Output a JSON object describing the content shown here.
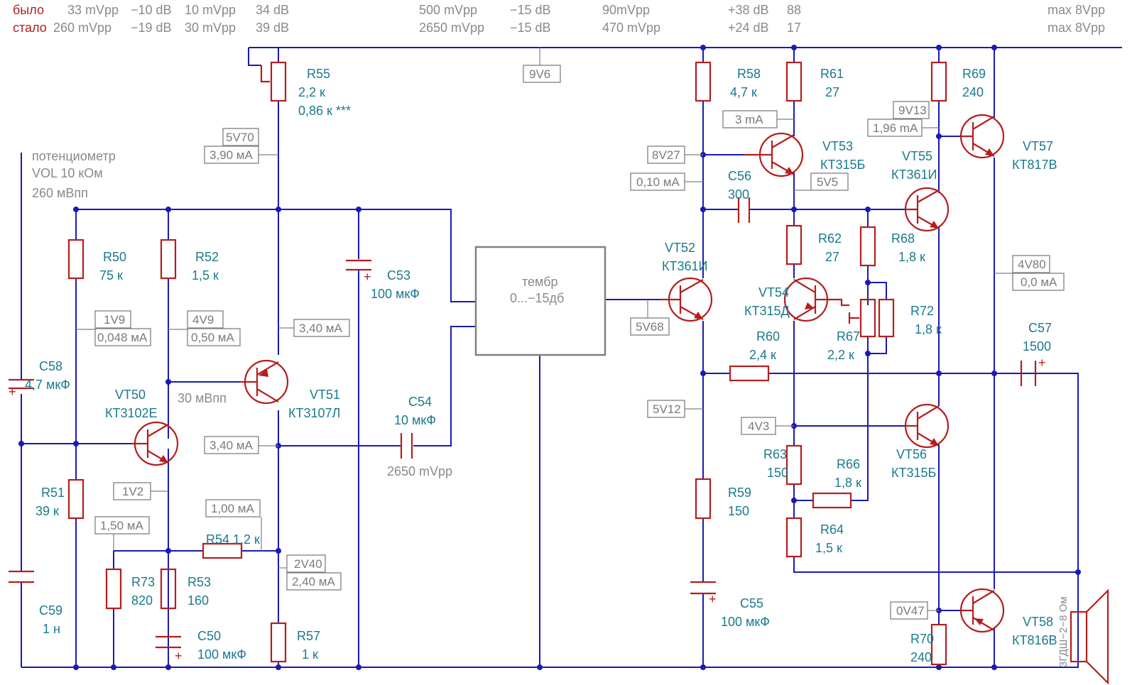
{
  "header": {
    "row1_label": "было",
    "row2_label": "стало",
    "row1": [
      "33 mVpp",
      "−10 dB",
      "10 mVpp",
      "34 dB",
      "500 mVpp",
      "−15 dB",
      "90mVpp",
      "+38 dB",
      "88",
      "max 8Vpp"
    ],
    "row2": [
      "260 mVpp",
      "−19 dB",
      "30 mVpp",
      "39 dB",
      "2650 mVpp",
      "−15 dB",
      "470 mVpp",
      "+24 dB",
      "17",
      "max 8Vpp"
    ]
  },
  "input_note": [
    "потенциометр",
    "VOL 10 кОм",
    "260 мВпп"
  ],
  "tone_block": [
    "тембр",
    "0...−15дб"
  ],
  "components": {
    "R55": [
      "R55",
      "2,2 к",
      "0,86 к ***"
    ],
    "R50": [
      "R50",
      "75 к"
    ],
    "R52": [
      "R52",
      "1,5 к"
    ],
    "R51": [
      "R51",
      "39 к"
    ],
    "R73": [
      "R73",
      "820"
    ],
    "R53": [
      "R53",
      "160"
    ],
    "R54": [
      "R54 1,2 к"
    ],
    "R57": [
      "R57",
      "1 к"
    ],
    "R58": [
      "R58",
      "4,7 к"
    ],
    "R61": [
      "R61",
      "27"
    ],
    "R69": [
      "R69",
      "240"
    ],
    "R62": [
      "R62",
      "27"
    ],
    "R68": [
      "R68",
      "1,8 к"
    ],
    "R72": [
      "R72",
      "1,8 к"
    ],
    "R67": [
      "R67",
      "2,2  к"
    ],
    "R60": [
      "R60",
      "2,4 к"
    ],
    "R59": [
      "R59",
      "150"
    ],
    "R63": [
      "R63",
      "150"
    ],
    "R66": [
      "R66",
      "1,8 к"
    ],
    "R64": [
      "R64",
      "1,5 к"
    ],
    "R70": [
      "R70",
      "240"
    ],
    "C58": [
      "C58",
      "4,7 мкФ"
    ],
    "C59": [
      "C59",
      "1 н"
    ],
    "C50": [
      "C50",
      "100 мкФ"
    ],
    "C53": [
      "C53",
      "100 мкФ"
    ],
    "C54": [
      "C54",
      "10 мкФ"
    ],
    "C55": [
      "C55",
      "100 мкФ"
    ],
    "C56": [
      "C56",
      "300"
    ],
    "C57": [
      "C57",
      "1500"
    ],
    "VT50": [
      "VT50",
      "КТ3102Е"
    ],
    "VT51": [
      "VT51",
      "КТ3107Л"
    ],
    "VT52": [
      "VT52",
      "КТ361И"
    ],
    "VT53": [
      "VT53",
      "КТ315Б"
    ],
    "VT54": [
      "VT54",
      "КТ315Д"
    ],
    "VT55": [
      "VT55",
      "КТ361И"
    ],
    "VT56": [
      "VT56",
      "КТ315Б"
    ],
    "VT57": [
      "VT57",
      "КТ817В"
    ],
    "VT58": [
      "VT58",
      "КТ816В"
    ]
  },
  "measurements": {
    "rail": "9V6",
    "vt51_e_v": "5V70",
    "vt51_e_i": "3,90 мА",
    "vt50_b_v": "1V9",
    "vt50_b_i": "0,048 мА",
    "vt51_b_v": "4V9",
    "vt51_b_i": "0,50 мА",
    "vt51_c_i": "3,40 мА",
    "vt51_c_i2": "3,40 мА",
    "vt50_e_v": "1V2",
    "r54_i": "1,00 мА",
    "r73_i": "1,50 мА",
    "r57_v": "2V40",
    "r57_i": "2,40 мА",
    "mid_signal": "30 мВпп",
    "c54_signal": "2650 mVpp",
    "vt53_i": "3 mA",
    "vt53_b_v": "8V27",
    "vt52_b_i": "0,10 мА",
    "vt53_e_v": "5V5",
    "vt52_b_v": "5V68",
    "vt52_e_v": "5V12",
    "vt56_b_v": "4V3",
    "vt57_b_v": "9V13",
    "vt57_b_i": "1,96 mA",
    "out_v": "4V80",
    "out_i": "0,0 мА",
    "vt58_b_v": "0V47"
  },
  "speaker": "3ГДШ−2−8 Ом"
}
